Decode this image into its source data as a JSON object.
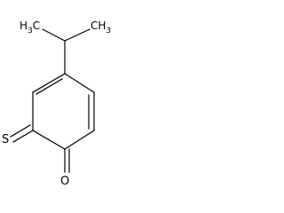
{
  "molecule": {
    "atoms": {
      "methyl_left": {
        "main": "H",
        "sub": "3",
        "suffix": "C"
      },
      "methyl_right": {
        "main": "CH",
        "sub": "3"
      },
      "sulfur": "S",
      "oxygen": "O"
    },
    "colors": {
      "bond": "#000000",
      "label": "#000000",
      "background": "#ffffff"
    }
  }
}
